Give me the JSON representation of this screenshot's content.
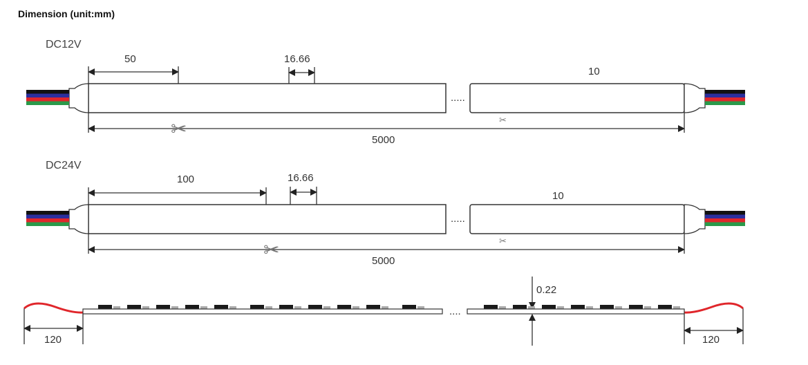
{
  "title": "Dimension (unit:mm)",
  "dc12v": {
    "voltage": "DC12V",
    "cut_length": "50",
    "led_pitch": "16.66",
    "width": "10",
    "total_length": "5000",
    "ellipsis": "....."
  },
  "dc24v": {
    "voltage": "DC24V",
    "cut_length": "100",
    "led_pitch": "16.66",
    "width": "10",
    "total_length": "5000",
    "ellipsis": "....."
  },
  "side_view": {
    "thickness": "0.22",
    "left_wire_length": "120",
    "right_wire_length": "120",
    "ellipsis": "...."
  },
  "colors": {
    "wire_black": "#111111",
    "wire_blue": "#2b2f9e",
    "wire_red": "#e0262b",
    "wire_green": "#2a9a4a",
    "pad": "#a0622a",
    "line": "#333333"
  }
}
